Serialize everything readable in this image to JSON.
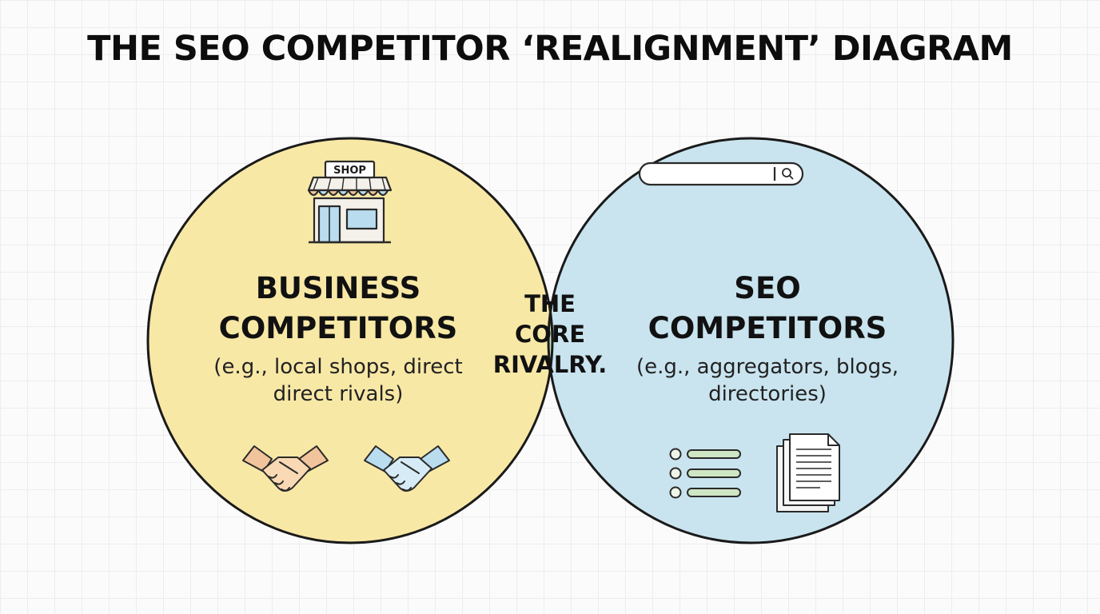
{
  "title": "THE SEO COMPETITOR ‘REALIGNMENT’ DIAGRAM",
  "left_circle": {
    "heading_lines": [
      "BUSINESS",
      "COMPETITORS"
    ],
    "subtitle_lines": [
      "(e.g., local shops, direct",
      "direct rivals)"
    ],
    "icon_label": "SHOP",
    "fill_color": "#f8e8a6",
    "icons": [
      "shop-icon",
      "handshake-icon",
      "handshake-icon"
    ]
  },
  "right_circle": {
    "heading_lines": [
      "SEO",
      "COMPETITORS"
    ],
    "subtitle_lines": [
      "(e.g., aggregators, blogs,",
      "directories)"
    ],
    "fill_color": "#c9e4ef",
    "icons": [
      "search-bar-icon",
      "list-icon",
      "documents-icon"
    ]
  },
  "overlap": {
    "label_lines": [
      "THE",
      "CORE",
      "RIVALRY."
    ],
    "fill_color": "#c8e7c3"
  }
}
